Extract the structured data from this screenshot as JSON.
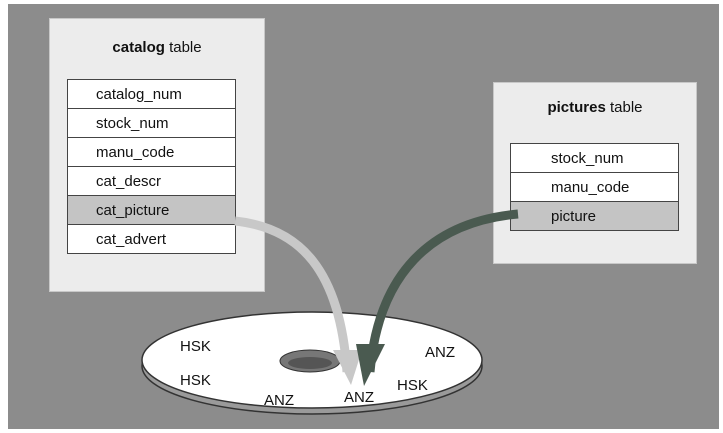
{
  "catalog_table": {
    "name": "catalog",
    "suffix": "table",
    "fields": [
      {
        "label": "catalog_num",
        "highlight": false
      },
      {
        "label": "stock_num",
        "highlight": false
      },
      {
        "label": "manu_code",
        "highlight": false
      },
      {
        "label": "cat_descr",
        "highlight": false
      },
      {
        "label": "cat_picture",
        "highlight": true
      },
      {
        "label": "cat_advert",
        "highlight": false
      }
    ]
  },
  "pictures_table": {
    "name": "pictures",
    "suffix": "table",
    "fields": [
      {
        "label": "stock_num",
        "highlight": false
      },
      {
        "label": "manu_code",
        "highlight": false
      },
      {
        "label": "picture",
        "highlight": true
      }
    ]
  },
  "disk": {
    "labels": [
      "HSK",
      "HSK",
      "ANZ",
      "ANZ",
      "ANZ",
      "HSK"
    ]
  },
  "colors": {
    "background": "#8c8c8c",
    "panel": "#ececec",
    "highlight_cell": "#c4c4c4",
    "arrow_light": "#c8c8c8",
    "arrow_dark": "#4a5a50"
  }
}
